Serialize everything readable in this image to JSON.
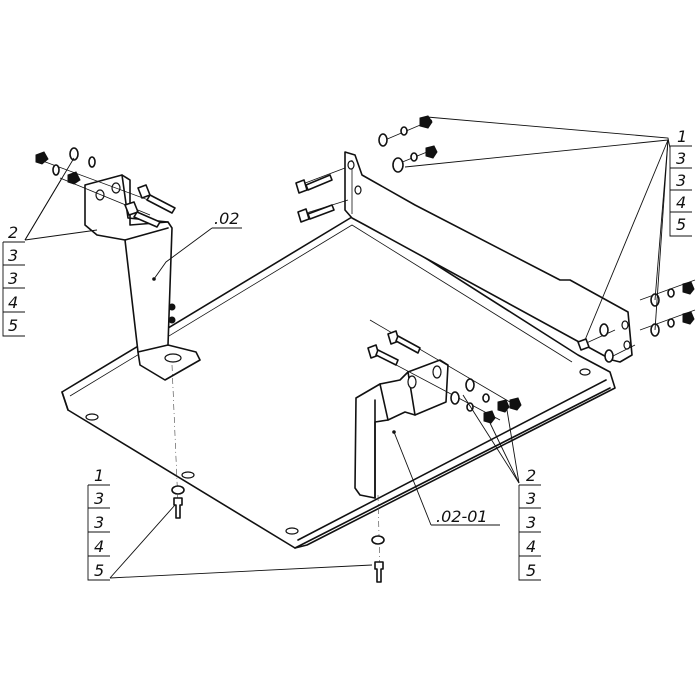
{
  "callouts": {
    "top_right": [
      "1",
      "3",
      "3",
      "4",
      "5"
    ],
    "left_upper": [
      "2",
      "3",
      "3",
      "4",
      "5"
    ],
    "bottom_left": [
      "1",
      "3",
      "3",
      "4",
      "5"
    ],
    "bottom_right": [
      "2",
      "3",
      "3",
      "4",
      "5"
    ]
  },
  "part_labels": {
    "bracket": ".02",
    "bracket_front": ".02-01"
  }
}
